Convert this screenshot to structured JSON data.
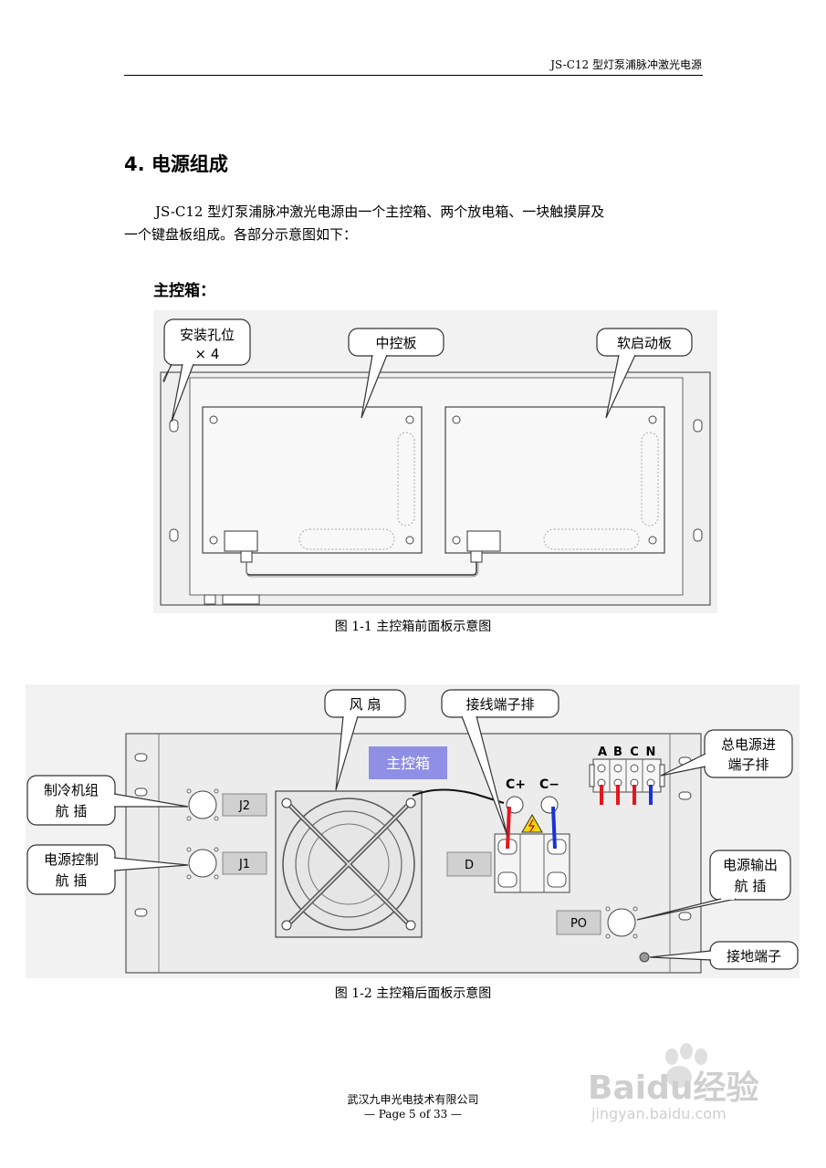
{
  "header": {
    "title": "JS-C12 型灯泵浦脉冲激光电源"
  },
  "section": {
    "title": "4. 电源组成",
    "paragraph_line1": "JS-C12 型灯泵浦脉冲激光电源由一个主控箱、两个放电箱、一块触摸屏及",
    "paragraph_line2": "一个键盘板组成。各部分示意图如下：",
    "subheading": "主控箱："
  },
  "figure1": {
    "caption": "图 1-1  主控箱前面板示意图",
    "callout_mounting_line1": "安装孔位",
    "callout_mounting_line2": "× 4",
    "callout_middle_board": "中控板",
    "callout_soft_start": "软启动板"
  },
  "figure2": {
    "caption": "图 1-2  主控箱后面板示意图",
    "callout_fan": "风   扇",
    "callout_terminal_strip": "接线端子排",
    "callout_mains_line1": "总电源进",
    "callout_mains_line2": "端子排",
    "callout_cooling_line1": "制冷机组",
    "callout_cooling_line2": "航   插",
    "callout_control_line1": "电源控制",
    "callout_control_line2": "航   插",
    "callout_output_line1": "电源输出",
    "callout_output_line2": "航   插",
    "callout_ground": "接地端子",
    "label_main_box": "主控箱",
    "label_j2": "J2",
    "label_j1": "J1",
    "label_d": "D",
    "label_po": "PO",
    "label_cplus": "C+",
    "label_cminus": "C−",
    "phase_a": "A",
    "phase_b": "B",
    "phase_c": "C",
    "phase_n": "N",
    "colors": {
      "red_wire": "#e8141c",
      "blue_wire": "#1a33d6",
      "main_box_fill": "#8f8fe6",
      "warning": "#f5d90a"
    }
  },
  "footer": {
    "company": "武汉九申光电技术有限公司",
    "page": "—  Page 5 of 33  —"
  },
  "watermark": {
    "brand": "Baidu经验",
    "url": "jingyan.baidu.com"
  }
}
